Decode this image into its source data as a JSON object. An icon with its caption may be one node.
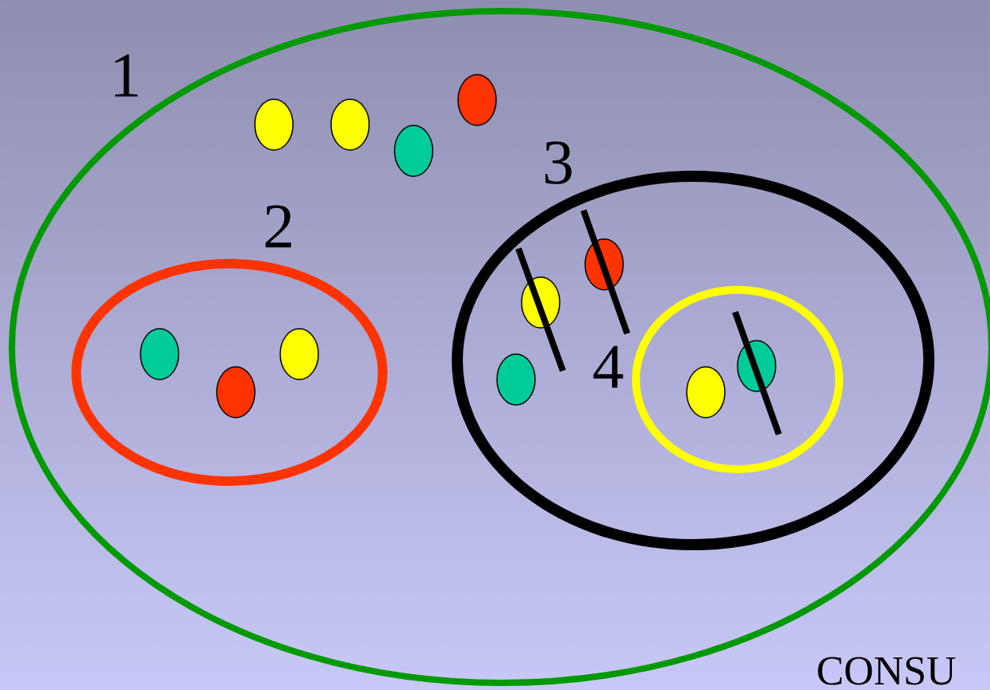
{
  "diagram": {
    "nodes": [
      {
        "text": [
          "1"
        ]
      },
      {
        "text": [],
        "shape": "circle",
        "in": 0
      },
      {
        "text": [],
        "shape": "circle",
        "in": 0
      },
      {
        "text": [],
        "shape": "circle",
        "in": 0
      },
      {
        "text": [],
        "shape": "circle",
        "in": 0
      },
      {
        "text": [
          "2"
        ],
        "in": 0
      },
      {
        "text": [],
        "shape": "circle",
        "in": 5
      },
      {
        "text": [],
        "shape": "circle",
        "in": 5
      },
      {
        "text": [],
        "shape": "circle",
        "in": 5
      },
      {
        "text": [
          "3"
        ],
        "in": 0
      },
      {
        "text": [],
        "shape": "circle",
        "in": 9
      },
      {
        "text": [],
        "shape": "circle",
        "in": 9
      },
      {
        "text": [],
        "shape": "circle",
        "in": 9
      },
      {
        "text": [
          "4"
        ],
        "in": 9
      },
      {
        "text": [],
        "shape": "circle",
        "in": 13
      },
      {
        "text": [],
        "shape": "circle",
        "in": 13
      }
    ],
    "labels": [
      "CONSU"
    ]
  }
}
